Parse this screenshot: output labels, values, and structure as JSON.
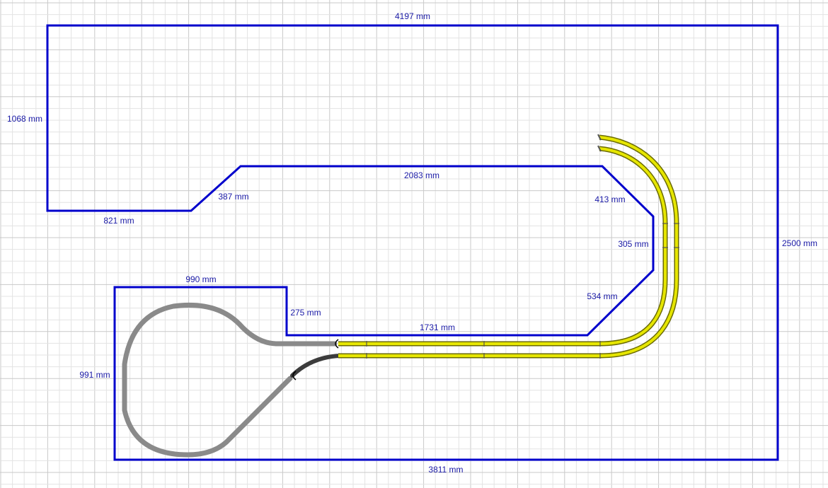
{
  "colors": {
    "background": "#ffffff",
    "grid_minor": "#e3e3e3",
    "grid_major": "#c9c9c9",
    "outline": "#0000cc",
    "dimension_text": "#1a1aa6",
    "track_yellow": "#e6e600",
    "track_yellow_edge": "#6b6b00",
    "track_grey": "#8a8a8a",
    "track_dark": "#3c3c3c"
  },
  "dimensions": {
    "top_width": "4197 mm",
    "left_height": "1068 mm",
    "left_lower_edge": "821 mm",
    "diagonal_left": "387 mm",
    "inner_top_edge": "2083 mm",
    "diagonal_right_upper": "413 mm",
    "right_inner_edge": "305 mm",
    "diagonal_right_lower": "534 mm",
    "inner_bottom_edge": "1731 mm",
    "right_height": "2500 mm",
    "loop_box_top": "990 mm",
    "loop_box_step": "275 mm",
    "loop_box_left": "991 mm",
    "bottom_width": "3811 mm"
  }
}
